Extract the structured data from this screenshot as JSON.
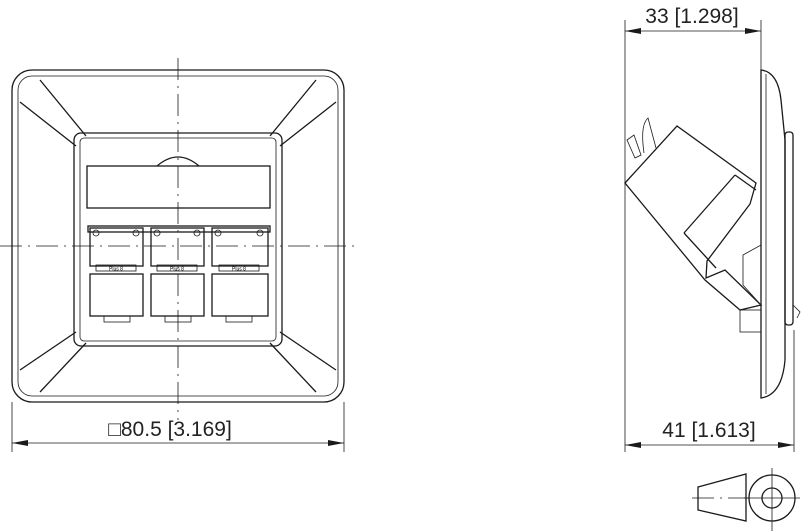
{
  "front_view": {
    "width_dimension": "□80.5 [3.169]",
    "port_labels": [
      "Plus 8",
      "Plus 8",
      "Plus 8"
    ],
    "port_count": 3
  },
  "side_view": {
    "depth_dimension_top": "33 [1.298]",
    "depth_dimension_bottom": "41 [1.613]"
  },
  "projection_symbol": "first-angle-projection-icon"
}
